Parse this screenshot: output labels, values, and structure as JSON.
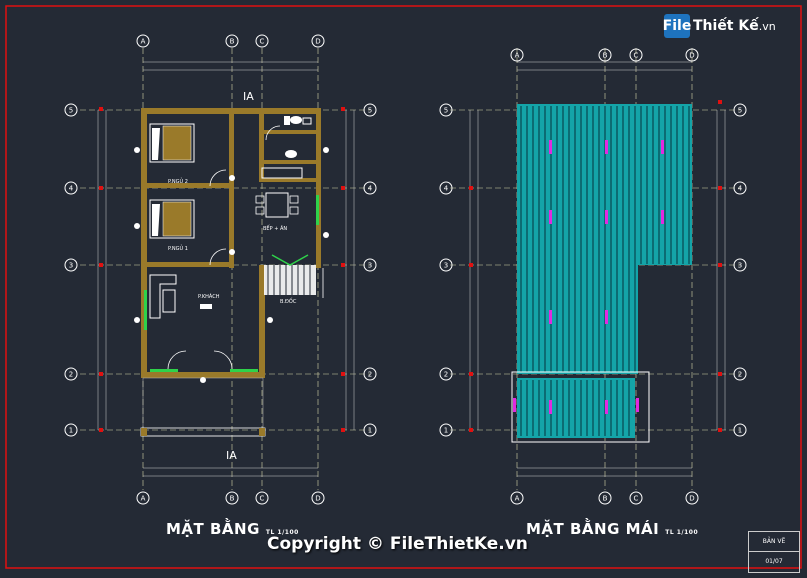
{
  "logo": {
    "badge": "File",
    "name": "Thiết Kế",
    "suffix": ".vn"
  },
  "plans": {
    "floor_title": "MẶT BẰNG",
    "floor_scale": "TL 1/100",
    "roof_title": "MẶT BẰNG MÁI",
    "roof_scale": "TL 1/100",
    "section_mark": "IA"
  },
  "rooms": {
    "bedroom_2": "P.NGỦ 2",
    "bedroom_1": "P.NGỦ 1",
    "kitchen": "BẾP + ĂN",
    "living": "P.KHÁCH",
    "stair": "B.ĐỐC"
  },
  "grid": {
    "cols": [
      "A",
      "B",
      "C",
      "D"
    ],
    "rows": [
      "1",
      "2",
      "3",
      "4",
      "5"
    ]
  },
  "copyright": "Copyright © FileThietKe.vn",
  "sheet": {
    "label": "BẢN VẼ",
    "number": "01/07"
  },
  "colors": {
    "background": "#242a35",
    "frame": "#e01010",
    "wall": "#9a7a2a",
    "grid": "#c8c8a0",
    "roof": "#1aa6a6",
    "door": "#2fd24a"
  }
}
